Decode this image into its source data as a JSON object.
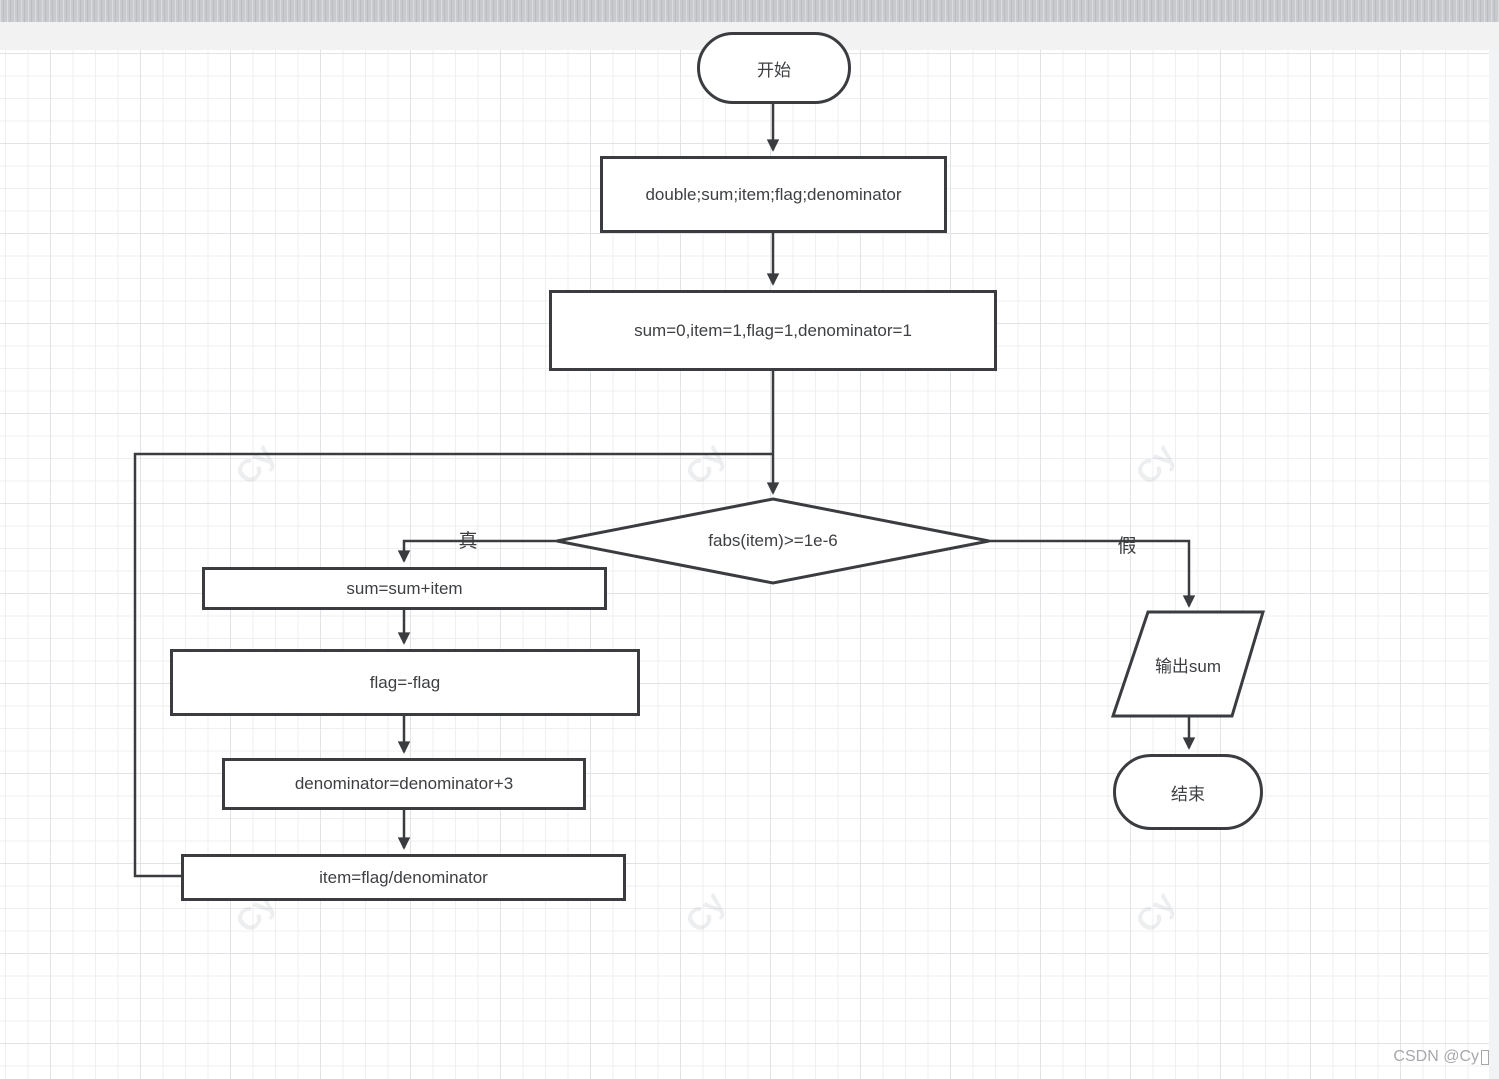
{
  "nodes": {
    "start": "开始",
    "declare": "double;sum;item;flag;denominator",
    "init": "sum=0,item=1,flag=1,denominator=1",
    "condition": "fabs(item)>=1e-6",
    "sum": "sum=sum+item",
    "flag": "flag=-flag",
    "denominator": "denominator=denominator+3",
    "item": "item=flag/denominator",
    "output": "输出sum",
    "end": "结束"
  },
  "branch_labels": {
    "true": "真",
    "false": "假"
  },
  "watermarks": {
    "corner": "CSDN @Cy",
    "canvas": "Cy"
  },
  "colors": {
    "stroke": "#3a3c3f",
    "text": "#3d3f42",
    "grid_minor": "#efeff2",
    "grid_major": "#e2e3e7",
    "chrome": "#c8cacd"
  }
}
